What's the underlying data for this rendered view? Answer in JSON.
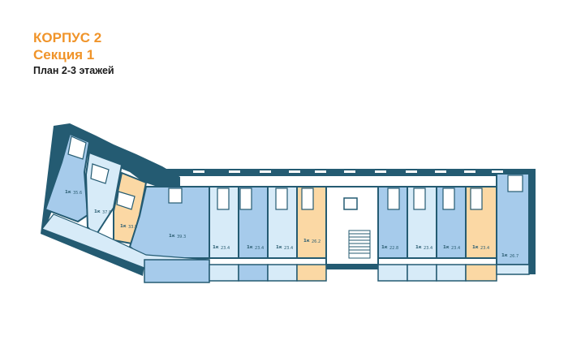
{
  "header": {
    "building": "КОРПУС 2",
    "section": "Секция 1",
    "floors": "План 2-3 этажей"
  },
  "colors": {
    "title_accent": "#f0942a",
    "wall": "#245b72",
    "blue_unit": "#a6cbeb",
    "light_blue_unit": "#d7ebf8",
    "orange_unit": "#fbd8a4",
    "corridor": "#ffffff"
  },
  "apartments": [
    {
      "id": "a1",
      "type": "1к",
      "area": "35.6",
      "tone": "blue"
    },
    {
      "id": "a2",
      "type": "1к",
      "area": "37.8",
      "tone": "light-blue"
    },
    {
      "id": "a3",
      "type": "1к",
      "area": "33.8",
      "tone": "orange"
    },
    {
      "id": "a4",
      "type": "1к",
      "area": "39.3",
      "tone": "blue"
    },
    {
      "id": "a5",
      "type": "1к",
      "area": "23.4",
      "tone": "light-blue"
    },
    {
      "id": "a6",
      "type": "1к",
      "area": "23.4",
      "tone": "blue"
    },
    {
      "id": "a7",
      "type": "1к",
      "area": "23.4",
      "tone": "light-blue"
    },
    {
      "id": "a8",
      "type": "1к",
      "area": "26.2",
      "tone": "orange"
    },
    {
      "id": "a9",
      "type": "1к",
      "area": "22.8",
      "tone": "blue"
    },
    {
      "id": "a10",
      "type": "1к",
      "area": "23.4",
      "tone": "light-blue"
    },
    {
      "id": "a11",
      "type": "1к",
      "area": "23.4",
      "tone": "blue"
    },
    {
      "id": "a12",
      "type": "1к",
      "area": "23.4",
      "tone": "orange"
    },
    {
      "id": "a13",
      "type": "1к",
      "area": "26.7",
      "tone": "blue"
    }
  ]
}
